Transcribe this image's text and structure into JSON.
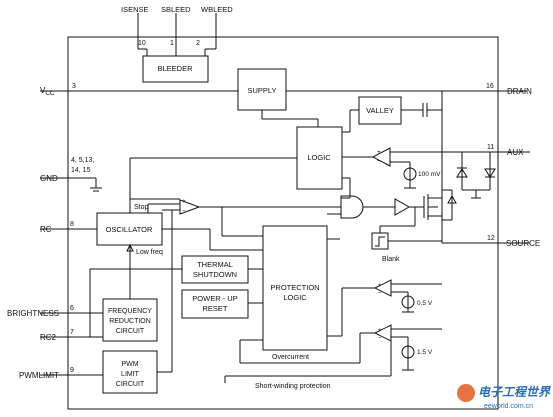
{
  "pins_top": {
    "isense": "ISENSE",
    "sbleed": "SBLEED",
    "wbleed": "WBLEED",
    "n10": "10",
    "n1": "1",
    "n2": "2"
  },
  "pins_left": {
    "vcc_v": "V",
    "vcc_sub": "CC",
    "vcc_num": "3",
    "gnd": "GND",
    "gnd_nums_1": "4, 5,13,",
    "gnd_nums_2": "14, 15",
    "rc": "RC",
    "rc_num": "8",
    "brightness": "BRIGHTNESS",
    "brightness_num": "6",
    "rc2": "RC2",
    "rc2_num": "7",
    "pwmlimit": "PWMLIMIT",
    "pwmlimit_num": "9"
  },
  "pins_right": {
    "drain": "DRAIN",
    "drain_num": "16",
    "aux": "AUX",
    "aux_num": "11",
    "source": "SOURCE",
    "source_num": "12"
  },
  "blocks": {
    "bleeder": "BLEEDER",
    "supply": "SUPPLY",
    "valley": "VALLEY",
    "logic": "LOGIC",
    "oscillator": "OSCILLATOR",
    "thermal_1": "THERMAL",
    "thermal_2": "SHUTDOWN",
    "powerup_1": "POWER - UP",
    "powerup_2": "RESET",
    "protection_1": "PROTECTION",
    "protection_2": "LOGIC",
    "freq_1": "FREQUENCY",
    "freq_2": "REDUCTION",
    "freq_3": "CIRCUIT",
    "pwm_1": "PWM",
    "pwm_2": "LIMIT",
    "pwm_3": "CIRCUIT"
  },
  "labels": {
    "stop": "Stop",
    "low_freq": "Low freq",
    "mv100": "100 mV",
    "v05": "0.5 V",
    "v15": "1.5 V",
    "blank": "Blank",
    "overcurrent": "Overcurrent",
    "short_winding": "Short-winding protection"
  },
  "watermark": {
    "title": "电子工程世界",
    "url": "eeworld.com.cn"
  }
}
